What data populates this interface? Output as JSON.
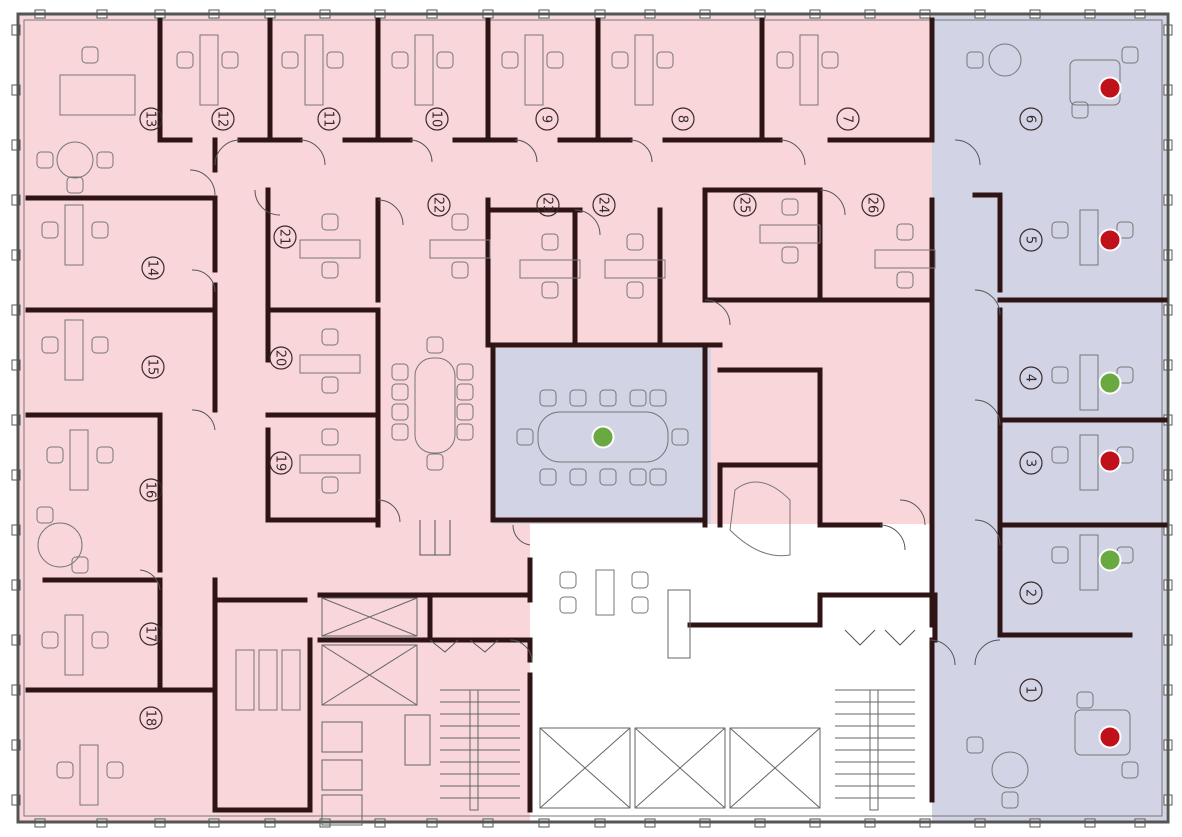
{
  "floor_plan": {
    "zone_colors": {
      "pink": "#f8d6d9",
      "blue": "#d2d4e6",
      "wall": "#2e1414",
      "outline": "#8a8a8a"
    },
    "markers": {
      "available_color": "#6aa842",
      "occupied_color": "#c0101a"
    },
    "rooms": [
      {
        "number": "1",
        "zone": "blue",
        "status": "occupied"
      },
      {
        "number": "2",
        "zone": "blue",
        "status": "available"
      },
      {
        "number": "3",
        "zone": "blue",
        "status": "occupied"
      },
      {
        "number": "4",
        "zone": "blue",
        "status": "available"
      },
      {
        "number": "5",
        "zone": "blue",
        "status": "occupied"
      },
      {
        "number": "6",
        "zone": "blue",
        "status": "occupied"
      },
      {
        "number": "7",
        "zone": "pink"
      },
      {
        "number": "8",
        "zone": "pink"
      },
      {
        "number": "9",
        "zone": "pink"
      },
      {
        "number": "10",
        "zone": "pink"
      },
      {
        "number": "11",
        "zone": "pink"
      },
      {
        "number": "12",
        "zone": "pink"
      },
      {
        "number": "13",
        "zone": "pink"
      },
      {
        "number": "14",
        "zone": "pink"
      },
      {
        "number": "15",
        "zone": "pink"
      },
      {
        "number": "16",
        "zone": "pink"
      },
      {
        "number": "17",
        "zone": "pink"
      },
      {
        "number": "18",
        "zone": "pink"
      },
      {
        "number": "19",
        "zone": "pink"
      },
      {
        "number": "20",
        "zone": "pink"
      },
      {
        "number": "21",
        "zone": "pink"
      },
      {
        "number": "22",
        "zone": "pink"
      },
      {
        "number": "23",
        "zone": "pink"
      },
      {
        "number": "24",
        "zone": "pink"
      },
      {
        "number": "25",
        "zone": "pink"
      },
      {
        "number": "26",
        "zone": "pink"
      }
    ],
    "conference_room": {
      "zone": "blue",
      "status": "available"
    }
  }
}
